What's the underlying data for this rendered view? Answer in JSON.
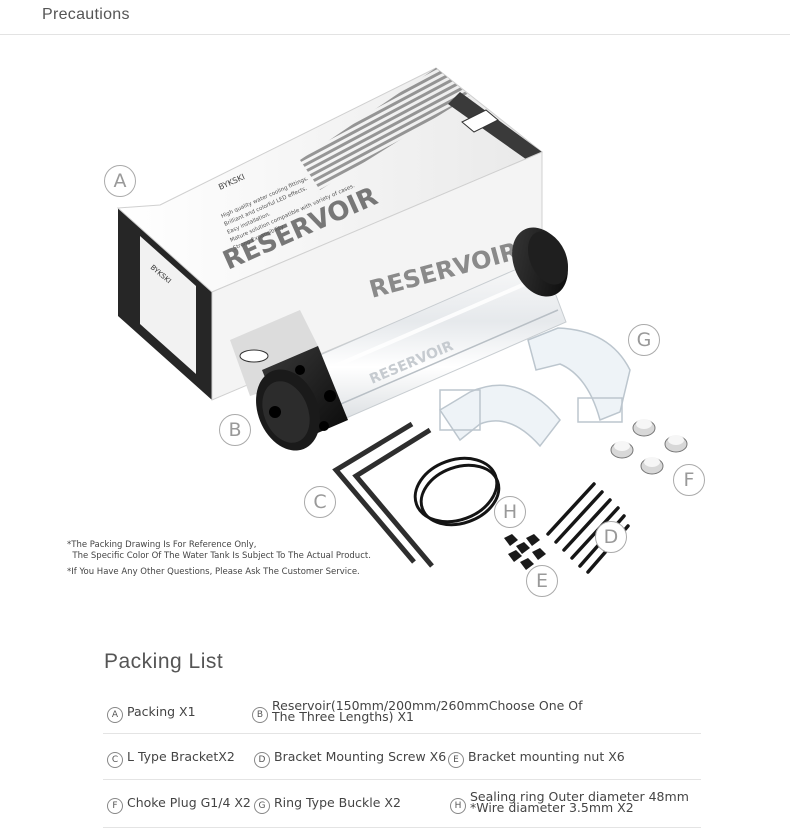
{
  "header": {
    "title": "Precautions"
  },
  "product": {
    "box_text": "RESERVOIR",
    "box_side_text": "RESERVOIR",
    "brand": "BYKSKI",
    "tube_text": "RESERVOIR",
    "features": [
      "High quality water cooling fittings.",
      "Brilliant and colorful LED effects.",
      "Easy installation.",
      "Mature solution compatible with variety of cases.",
      "Strong Expansibility"
    ]
  },
  "callouts": [
    "A",
    "B",
    "C",
    "D",
    "E",
    "F",
    "G",
    "H"
  ],
  "notes": {
    "line1": "*The Packing Drawing Is For Reference Only,",
    "line2": "  The Specific Color Of The Water Tank Is Subject To The Actual Product.",
    "line3": "*If You Have Any Other Questions, Please Ask The Customer Service."
  },
  "packing": {
    "title": "Packing List",
    "items": [
      {
        "letter": "A",
        "text": "Packing X1"
      },
      {
        "letter": "B",
        "line1": "Reservoir(150mm/200mm/260mmChoose One Of",
        "line2": "The Three Lengths)  X1"
      },
      {
        "letter": "C",
        "text": "L Type BracketX2"
      },
      {
        "letter": "D",
        "text": "Bracket Mounting Screw X6"
      },
      {
        "letter": "E",
        "text": "Bracket mounting nut  X6"
      },
      {
        "letter": "F",
        "text": "Choke Plug G1/4 X2"
      },
      {
        "letter": "G",
        "text": "Ring Type Buckle X2"
      },
      {
        "letter": "H",
        "line1": "Sealing ring Outer diameter 48mm",
        "line2": "*Wire diameter 3.5mm  X2"
      }
    ]
  },
  "colors": {
    "box_dark": "#2a2a2a",
    "tube_cap": "#141414",
    "accent_line": "#e3e3e3"
  }
}
